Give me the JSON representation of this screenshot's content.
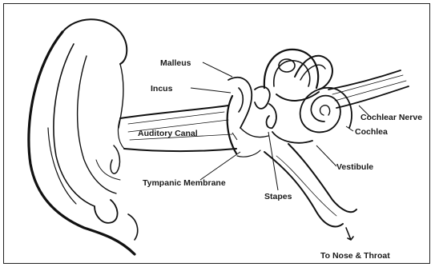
{
  "diagram": {
    "labels": {
      "malleus": "Malleus",
      "incus": "Incus",
      "auditory_canal": "Auditory Canal",
      "tympanic_membrane": "Tympanic Membrane",
      "stapes": "Stapes",
      "cochlear_nerve": "Cochlear Nerve",
      "cochlea": "Cochlea",
      "vestibule": "Vestibule",
      "to_nose_throat": "To Nose & Throat"
    }
  }
}
